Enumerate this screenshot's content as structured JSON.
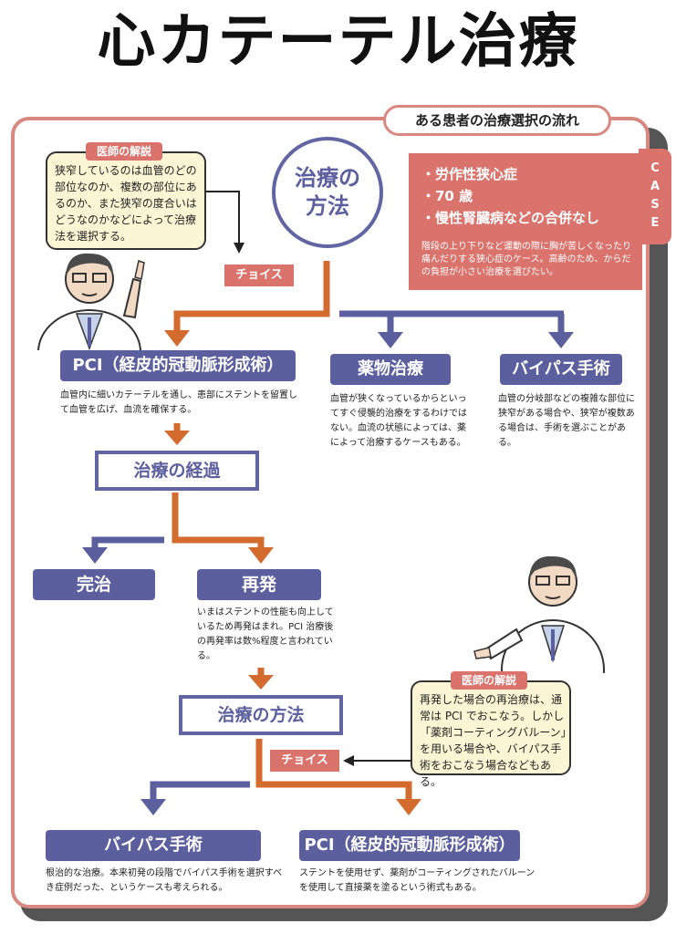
{
  "title": "心カテーテル治療",
  "panel": {
    "tab_label": "ある患者の治療選択の流れ",
    "case_letters": [
      "C",
      "A",
      "S",
      "E"
    ]
  },
  "colors": {
    "accent_red": "#d9736c",
    "accent_blue": "#5b5f9e",
    "arrow_orange": "#d36a2e",
    "bubble_bg": "#fbf5d4"
  },
  "doctor_bubble_1": {
    "label": "医師の解説",
    "lines": [
      "狭窄しているのは血管のどの",
      "部位なのか、複数の部位にあ",
      "るのか、また狭窄の度合いは",
      "どうなのかなどによって治療",
      "法を選択する。"
    ]
  },
  "start_node": {
    "lines": [
      "治療の",
      "方法"
    ]
  },
  "patient": {
    "conditions": [
      "・労作性狭心症",
      "・70 歳",
      "・慢性腎臓病などの合併なし"
    ],
    "note": "階段の上り下りなど運動の際に胸が苦しくなったり痛んだりする狭心症のケース。高齢のため、からだの負担が小さい治療を選びたい。"
  },
  "choice_label_1": "チョイス",
  "options_1": [
    {
      "label": "PCI（経皮的冠動脈形成術）",
      "desc_lines": [
        "血管内に細いカテーテルを通し、患部にステントを留置し",
        "て血管を広げ、血流を確保する。"
      ]
    },
    {
      "label": "薬物治療",
      "desc_lines": [
        "血管が狭くなっているからといっ",
        "てすぐ侵襲的治療をするわけでは",
        "ない。血流の状態によっては、薬",
        "によって治療するケースもある。"
      ]
    },
    {
      "label": "バイパス手術",
      "desc_lines": [
        "血管の分岐部などの複雑な部位に",
        "狭窄がある場合や、狭窄が複数あ",
        "る場合は、手術を選ぶことがある。"
      ]
    }
  ],
  "progress_node": "治療の経過",
  "outcomes": [
    {
      "label": "完治"
    },
    {
      "label": "再発",
      "desc_lines": [
        "いまはステントの性能も向上して",
        "いるため再発はまれ。PCI 治療後",
        "の再発率は数%程度と言われてい",
        "る。"
      ]
    }
  ],
  "second_method_node": "治療の方法",
  "doctor_bubble_2": {
    "label": "医師の解説",
    "lines": [
      "再発した場合の再治療は、通",
      "常は PCI でおこなう。しかし",
      "「薬剤コーティングバルーン」",
      "を用いる場合や、バイパス手",
      "術をおこなう場合などもある。"
    ]
  },
  "choice_label_2": "チョイス",
  "options_2": [
    {
      "label": "バイパス手術",
      "desc_lines": [
        "根治的な治療。本来初発の段階でバイパス手術を選択すべ",
        "き症例だった、というケースも考えられる。"
      ]
    },
    {
      "label": "PCI（経皮的冠動脈形成術）",
      "desc_lines": [
        "ステントを使用せず、薬剤がコーティングされたバルーン",
        "を使用して直接薬を塗るという術式もある。"
      ]
    }
  ]
}
